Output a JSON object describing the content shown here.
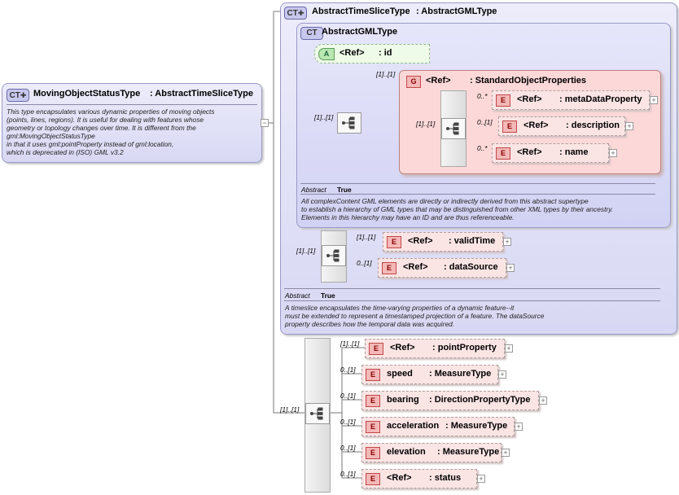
{
  "root": {
    "icon": "CT",
    "title": "MovingObjectStatusType",
    "base": ": AbstractTimeSliceType",
    "description": "This type encapsulates various dynamic properties of moving objects\n(points, lines, regions). It is useful for dealing with features whose\ngeometry or topology changes over time.    It is different from the\ngml:MovingObjectStatusType\nin that it  uses gml:pointProperty instead of gml:location,\nwhich is deprecated in (ISO) GML v3.2"
  },
  "timeSlice": {
    "icon": "CT",
    "title": "AbstractTimeSliceType",
    "base": ": AbstractGMLType",
    "abstract_label": "Abstract",
    "abstract_value": "True",
    "description": "A timeslice encapsulates the time-varying properties of a dynamic feature--it\nmust be extended to represent a timestamped projection of a feature. The dataSource\nproperty describes how the temporal data was acquired.",
    "seq_card": "[1]..[1]",
    "elements": [
      {
        "badge": "E",
        "ref": "<Ref>",
        "name": ": validTime",
        "card": "[1]..[1]"
      },
      {
        "badge": "E",
        "ref": "<Ref>",
        "name": ": dataSource",
        "card": "0..[1]"
      }
    ]
  },
  "gmlType": {
    "icon": "CT",
    "title": "AbstractGMLType",
    "abstract_label": "Abstract",
    "abstract_value": "True",
    "description": "All complexContent GML elements are directly or indirectly derived from this abstract supertype\nto establish a hierarchy of GML types that may be distinguished from other XML types by their ancestry.\nElements in this hierarchy may have an ID and are thus referenceable.",
    "attr": {
      "badge": "A",
      "ref": "<Ref>",
      "name": ": id"
    },
    "seq_card": "[1]..[1]",
    "group": {
      "badge": "G",
      "ref": "<Ref>",
      "name": ": StandardObjectProperties",
      "card": "[1]..[1]",
      "seq_card": "[1]..[1]",
      "elements": [
        {
          "badge": "E",
          "ref": "<Ref>",
          "name": ": metaDataProperty",
          "card": "0..*"
        },
        {
          "badge": "E",
          "ref": "<Ref>",
          "name": ": description",
          "card": "0..[1]"
        },
        {
          "badge": "E",
          "ref": "<Ref>",
          "name": ": name",
          "card": "0..*"
        }
      ]
    }
  },
  "main_seq": {
    "card": "[1]..[1]",
    "elements": [
      {
        "badge": "E",
        "label": "<Ref>",
        "type": ": pointProperty",
        "card": "[1]..[1]"
      },
      {
        "badge": "E",
        "label": "speed",
        "type": ": MeasureType",
        "card": "0..[1]"
      },
      {
        "badge": "E",
        "label": "bearing",
        "type": ": DirectionPropertyType",
        "card": "0..[1]"
      },
      {
        "badge": "E",
        "label": "acceleration",
        "type": ": MeasureType",
        "card": "0..[1]"
      },
      {
        "badge": "E",
        "label": "elevation",
        "type": ": MeasureType",
        "card": "0..[1]"
      },
      {
        "badge": "E",
        "label": "<Ref>",
        "type": ": status",
        "card": "0..[1]"
      }
    ]
  },
  "colors": {
    "complex_type_fill": "#d8d8f4",
    "element_fill": "#fbe4e4",
    "group_fill": "#fdd8d8",
    "attribute_fill": "#eefbe8"
  }
}
